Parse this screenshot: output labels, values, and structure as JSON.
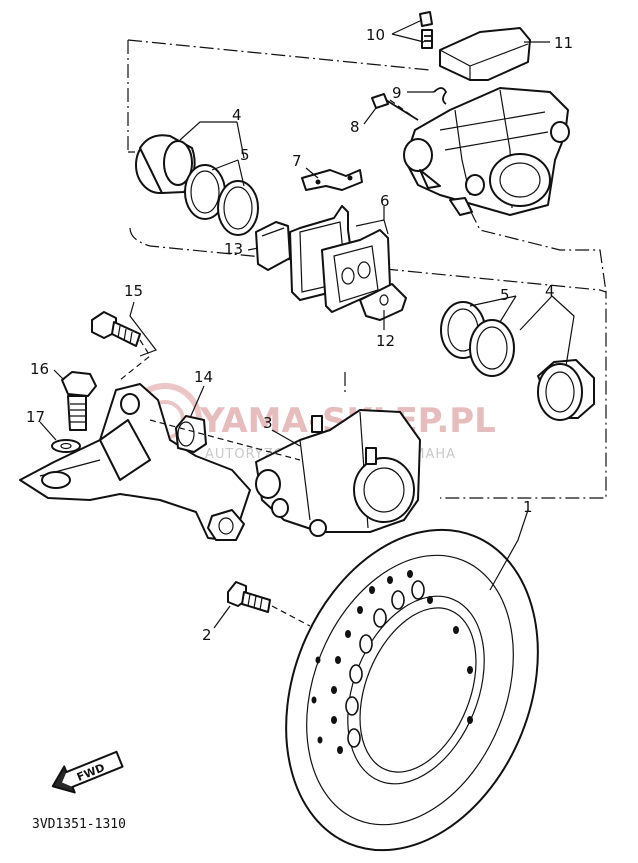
{
  "diagram": {
    "code": "3VD1351-1310",
    "fwd_label": "FWD",
    "callouts": [
      {
        "id": "c1",
        "text": "1"
      },
      {
        "id": "c2",
        "text": "2"
      },
      {
        "id": "c3",
        "text": "3"
      },
      {
        "id": "c4a",
        "text": "4"
      },
      {
        "id": "c4b",
        "text": "4"
      },
      {
        "id": "c5a",
        "text": "5"
      },
      {
        "id": "c5b",
        "text": "5"
      },
      {
        "id": "c6",
        "text": "6"
      },
      {
        "id": "c7",
        "text": "7"
      },
      {
        "id": "c8",
        "text": "8"
      },
      {
        "id": "c9",
        "text": "9"
      },
      {
        "id": "c10",
        "text": "10"
      },
      {
        "id": "c11",
        "text": "11"
      },
      {
        "id": "c12",
        "text": "12"
      },
      {
        "id": "c13",
        "text": "13"
      },
      {
        "id": "c14",
        "text": "14"
      },
      {
        "id": "c15",
        "text": "15"
      },
      {
        "id": "c16",
        "text": "16"
      },
      {
        "id": "c17",
        "text": "17"
      }
    ]
  },
  "watermark": {
    "brand": "YAMA-SKLEP.PL",
    "tagline": "AUTORYZOWANY DEALER YAMAHA"
  },
  "colors": {
    "ink": "#111111",
    "watermark_red": "#e6bcbc",
    "watermark_grey": "#c9c9c9"
  }
}
